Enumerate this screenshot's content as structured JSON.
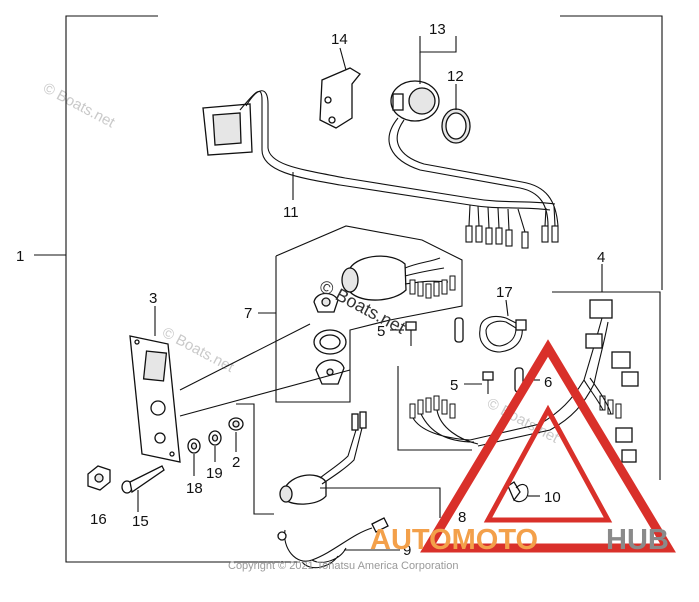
{
  "callouts": [
    "1",
    "2",
    "3",
    "4",
    "5",
    "5",
    "6",
    "7",
    "8",
    "9",
    "10",
    "11",
    "12",
    "13",
    "14",
    "15",
    "16",
    "17",
    "18",
    "19"
  ],
  "watermark": "© Boats.net",
  "copyright": "Copyright © 2021 Tohatsu America Corporation",
  "brand": {
    "first": "AUTOMOTO",
    "second": "HUB",
    "accent": "#f3a04a",
    "gray": "#8a8a8a",
    "triangle": "#d9302a"
  }
}
